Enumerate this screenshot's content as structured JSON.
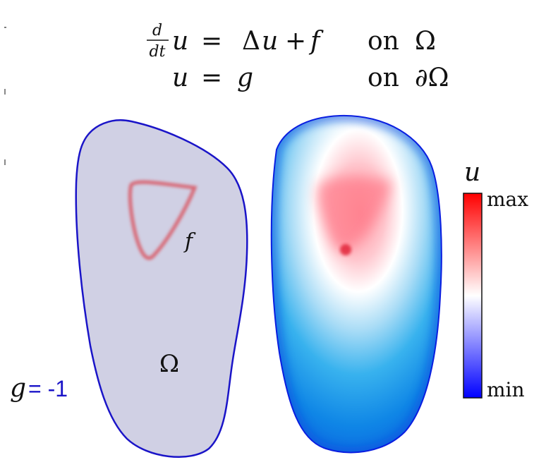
{
  "equations": {
    "line1": {
      "lhs_d": "d",
      "lhs_dt": "dt",
      "lhs_u": "u",
      "eq": "=",
      "rhs_delta": "Δ",
      "rhs_u": "u",
      "rhs_plus": "+",
      "rhs_f": "f",
      "on": "on",
      "domain": "Ω"
    },
    "line2": {
      "lhs": "u",
      "eq": "=",
      "rhs": "g",
      "on": "on",
      "domain": "∂Ω"
    }
  },
  "left_panel": {
    "source_label": "f",
    "domain_label": "Ω",
    "boundary_label_g": "g",
    "boundary_label_value": "= -1",
    "colors": {
      "fill": "#d0d0e4",
      "boundary": "#1a14c8",
      "source": "#cc2a3a"
    }
  },
  "colorbar": {
    "title": "u",
    "max_label": "max",
    "min_label": "min",
    "colors": {
      "max": "#ff0000",
      "mid": "#ffffff",
      "min": "#0000ff"
    }
  },
  "right_panel": {
    "colors": {
      "boundary": "#0a1ee0",
      "field_low": "#0a6de8",
      "field_mid": "#ffffff",
      "field_high": "#e83040"
    }
  }
}
